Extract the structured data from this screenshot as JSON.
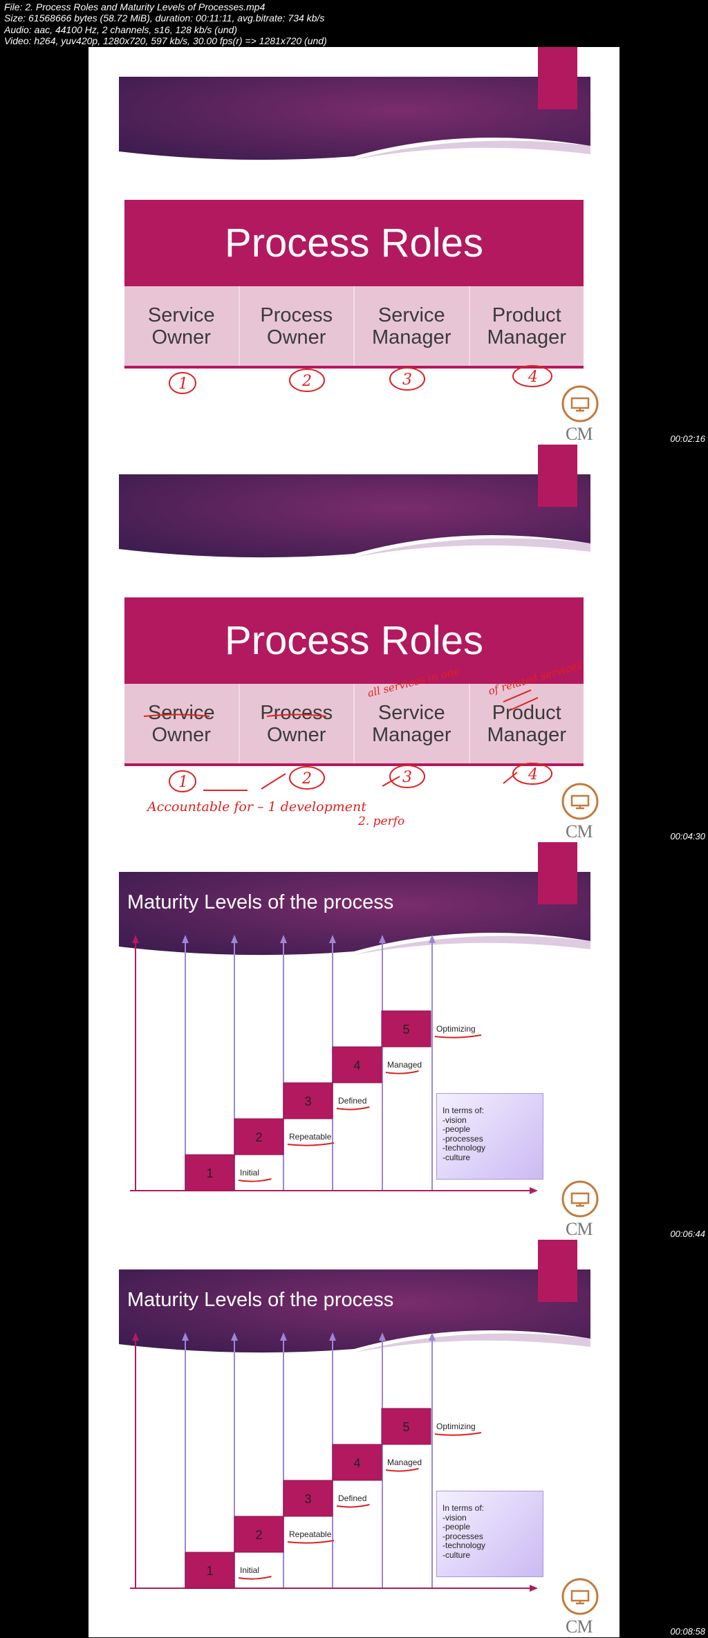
{
  "header": {
    "lines": [
      "File: 2. Process Roles and Maturity Levels of Processes.mp4",
      "Size: 61568666 bytes (58.72 MiB), duration: 00:11:11, avg.bitrate: 734 kb/s",
      "Audio: aac, 44100 Hz, 2 channels, s16, 128 kb/s (und)",
      "Video: h264, yuv420p, 1280x720, 597 kb/s, 30.00 fps(r) => 1281x720 (und)"
    ]
  },
  "frames": [
    {
      "timestamp": "00:02:16",
      "title": "Process Roles",
      "roles": [
        {
          "line1": "Service",
          "line2": "Owner"
        },
        {
          "line1": "Process",
          "line2": "Owner"
        },
        {
          "line1": "Service",
          "line2": "Manager"
        },
        {
          "line1": "Product",
          "line2": "Manager"
        }
      ],
      "brand": "CM"
    },
    {
      "timestamp": "00:04:30",
      "title": "Process Roles",
      "roles": [
        {
          "line1": "Service",
          "line2": "Owner"
        },
        {
          "line1": "Process",
          "line2": "Owner"
        },
        {
          "line1": "Service",
          "line2": "Manager"
        },
        {
          "line1": "Product",
          "line2": "Manager"
        }
      ],
      "handwriting": {
        "line1": "Accountable  for  – 1  development",
        "line2": "2.  perfo",
        "top": "all services in one",
        "top2": "of related services"
      },
      "brand": "CM"
    },
    {
      "timestamp": "00:06:44",
      "title": "Maturity Levels of the process",
      "steps": [
        {
          "num": "1",
          "label": "Initial"
        },
        {
          "num": "2",
          "label": "Repeatable"
        },
        {
          "num": "3",
          "label": "Defined"
        },
        {
          "num": "4",
          "label": "Managed"
        },
        {
          "num": "5",
          "label": "Optimizing"
        }
      ],
      "terms": [
        "In terms of:",
        "-vision",
        "-people",
        "-processes",
        "-technology",
        "-culture"
      ],
      "brand": "CM"
    },
    {
      "timestamp": "00:08:58",
      "title": "Maturity Levels of the process",
      "steps": [
        {
          "num": "1",
          "label": "Initial"
        },
        {
          "num": "2",
          "label": "Repeatable"
        },
        {
          "num": "3",
          "label": "Defined"
        },
        {
          "num": "4",
          "label": "Managed"
        },
        {
          "num": "5",
          "label": "Optimizing"
        }
      ],
      "terms": [
        "In terms of:",
        "-vision",
        "-people",
        "-processes",
        "-technology",
        "-culture"
      ],
      "brand": "CM"
    }
  ],
  "colors": {
    "accent": "#b3195f",
    "banner_dark": "#3b1c4e",
    "banner_mid": "#6c2a68",
    "ink": "#e02020",
    "axis": "#9d86d6",
    "logo": "#c4793a"
  }
}
